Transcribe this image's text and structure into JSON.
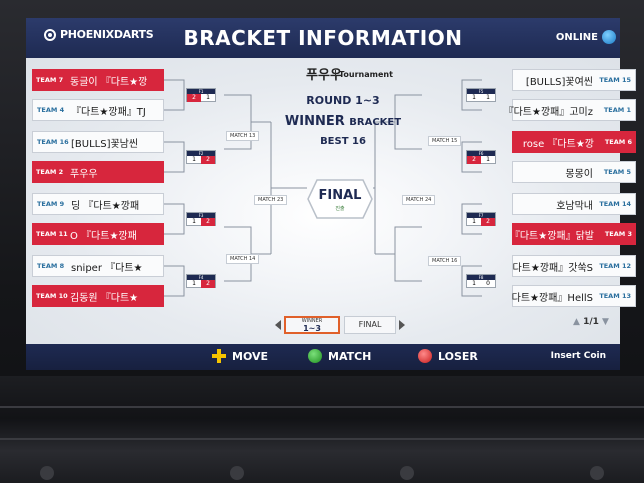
{
  "header": {
    "brand": "PHOENIXDARTS",
    "title": "BRACKET INFORMATION",
    "status": "ONLINE"
  },
  "tournament": {
    "name": "푸우우",
    "tag": "Tournament",
    "round": "ROUND 1~3",
    "bracket_main": "WINNER",
    "bracket_sub": "BRACKET",
    "best": "BEST 16"
  },
  "final": {
    "label": "FINAL",
    "sub": "진출"
  },
  "left": [
    {
      "team": "TEAM 7",
      "name": "동글이 『다트★깡",
      "color": "red"
    },
    {
      "team": "TEAM 4",
      "name": "『다트★깡패』TJ",
      "color": "white"
    },
    {
      "team": "TEAM 16",
      "name": "[BULLS]꽃남씬",
      "color": "white"
    },
    {
      "team": "TEAM 2",
      "name": "푸우우",
      "color": "red"
    },
    {
      "team": "TEAM 9",
      "name": "딩 『다트★깡패",
      "color": "white"
    },
    {
      "team": "TEAM 11",
      "name": "O 『다트★깡패",
      "color": "red"
    },
    {
      "team": "TEAM 8",
      "name": "sniper 『다트★",
      "color": "white"
    },
    {
      "team": "TEAM 10",
      "name": "김동원 『다트★",
      "color": "red"
    }
  ],
  "right": [
    {
      "team": "TEAM 15",
      "name": "[BULLS]꽃여씬",
      "color": "white"
    },
    {
      "team": "TEAM 1",
      "name": "『다트★깡패』고미z",
      "color": "white"
    },
    {
      "team": "TEAM 6",
      "name": "rose 『다트★깡",
      "color": "red"
    },
    {
      "team": "TEAM 5",
      "name": "몽몽이",
      "color": "white"
    },
    {
      "team": "TEAM 14",
      "name": "호남막내",
      "color": "white"
    },
    {
      "team": "TEAM 3",
      "name": "『다트★깡패』닭발",
      "color": "red"
    },
    {
      "team": "TEAM 12",
      "name": "다트★깡패』갓쑥S",
      "color": "white"
    },
    {
      "team": "TEAM 13",
      "name": "다트★깡패』HellS",
      "color": "white"
    }
  ],
  "scores_left": [
    {
      "id": "F1",
      "a": "2",
      "b": "1",
      "win": "a"
    },
    {
      "id": "F2",
      "a": "1",
      "b": "2",
      "win": "b"
    },
    {
      "id": "F3",
      "a": "1",
      "b": "2",
      "win": "b"
    },
    {
      "id": "F4",
      "a": "1",
      "b": "2",
      "win": "b"
    }
  ],
  "scores_right": [
    {
      "id": "F5",
      "a": "1",
      "b": "1",
      "win": ""
    },
    {
      "id": "F6",
      "a": "2",
      "b": "1",
      "win": "a"
    },
    {
      "id": "F7",
      "a": "1",
      "b": "2",
      "win": "b"
    },
    {
      "id": "F8",
      "a": "1",
      "b": "0",
      "win": ""
    }
  ],
  "matches": {
    "m13": "MATCH 13",
    "m14": "MATCH 14",
    "m15": "MATCH 15",
    "m16": "MATCH 16",
    "m23": "MATCH 23",
    "m24": "MATCH 24"
  },
  "nav": {
    "winner_top": "WINNER",
    "winner_bottom": "1~3",
    "final": "FINAL",
    "page": "1/1"
  },
  "footer": {
    "move": "MOVE",
    "match": "MATCH",
    "loser": "LOSER",
    "insert": "Insert Coin"
  },
  "colors": {
    "red": "#d7263d",
    "navy": "#1e2a52",
    "match_green": "#3bb23b",
    "loser_red": "#d92a2a",
    "dpad_yellow": "#f5c400"
  }
}
